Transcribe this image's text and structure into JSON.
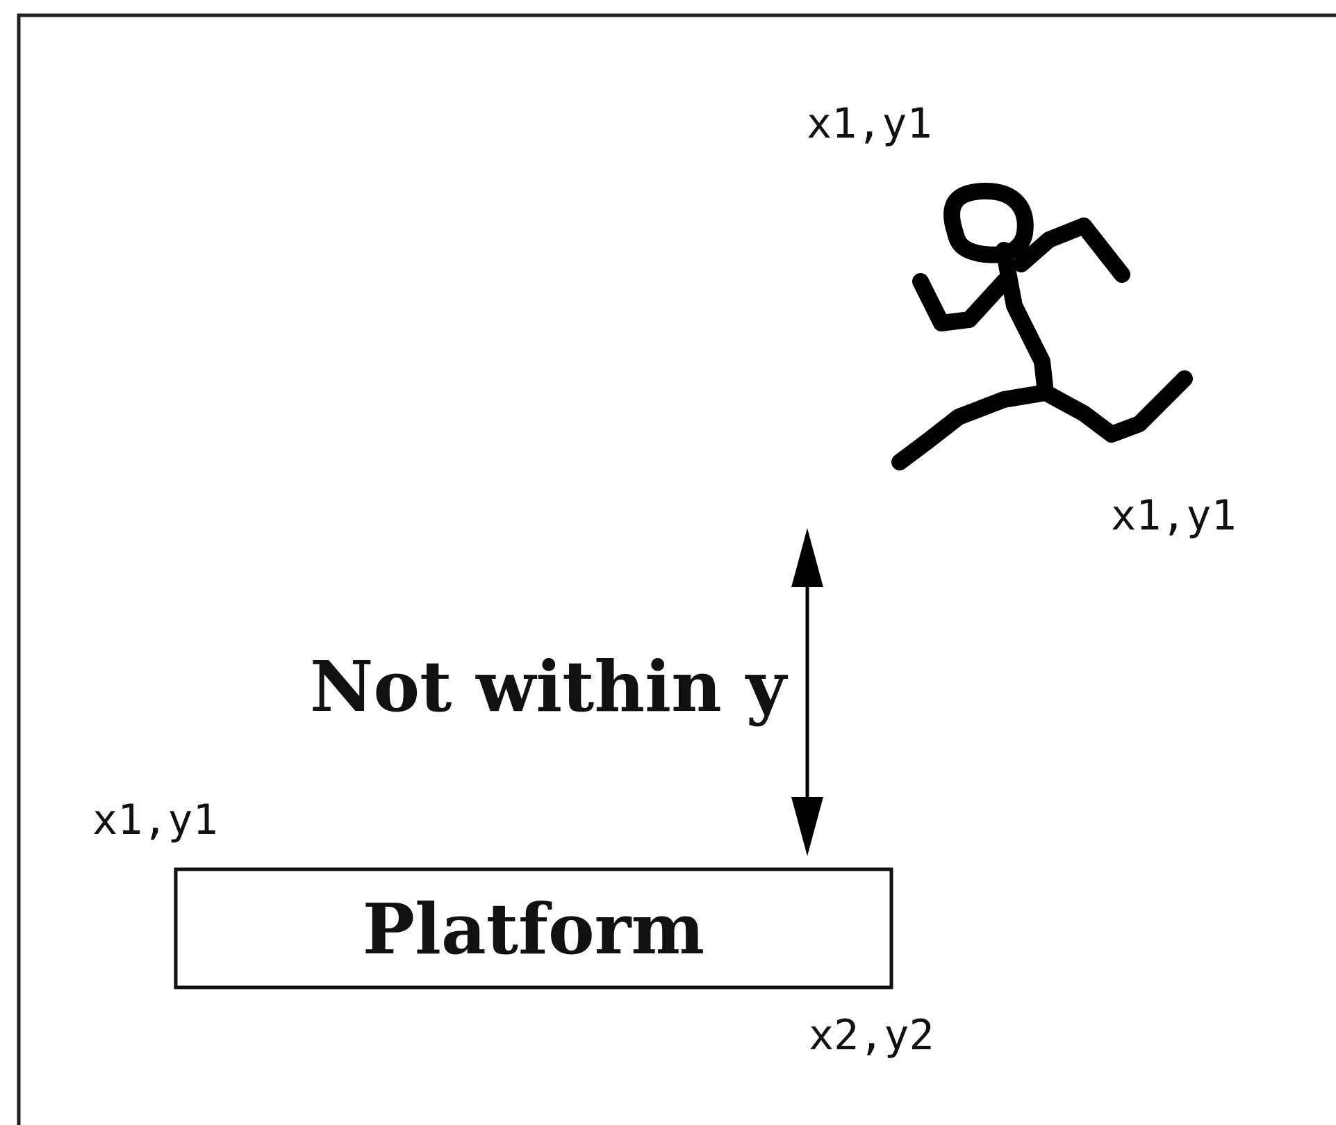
{
  "diagram": {
    "player_top_label": "x1,y1",
    "player_bottom_label": "x1,y1",
    "gap_label": "Not within y",
    "platform_top_label": "x1,y1",
    "platform_text": "Platform",
    "platform_bottom_label": "x2,y2"
  },
  "colors": {
    "ink": "#000000",
    "background": "#ffffff"
  },
  "icons": {
    "player": "running-stick-figure-icon",
    "gap_arrow": "double-headed-vertical-arrow"
  }
}
